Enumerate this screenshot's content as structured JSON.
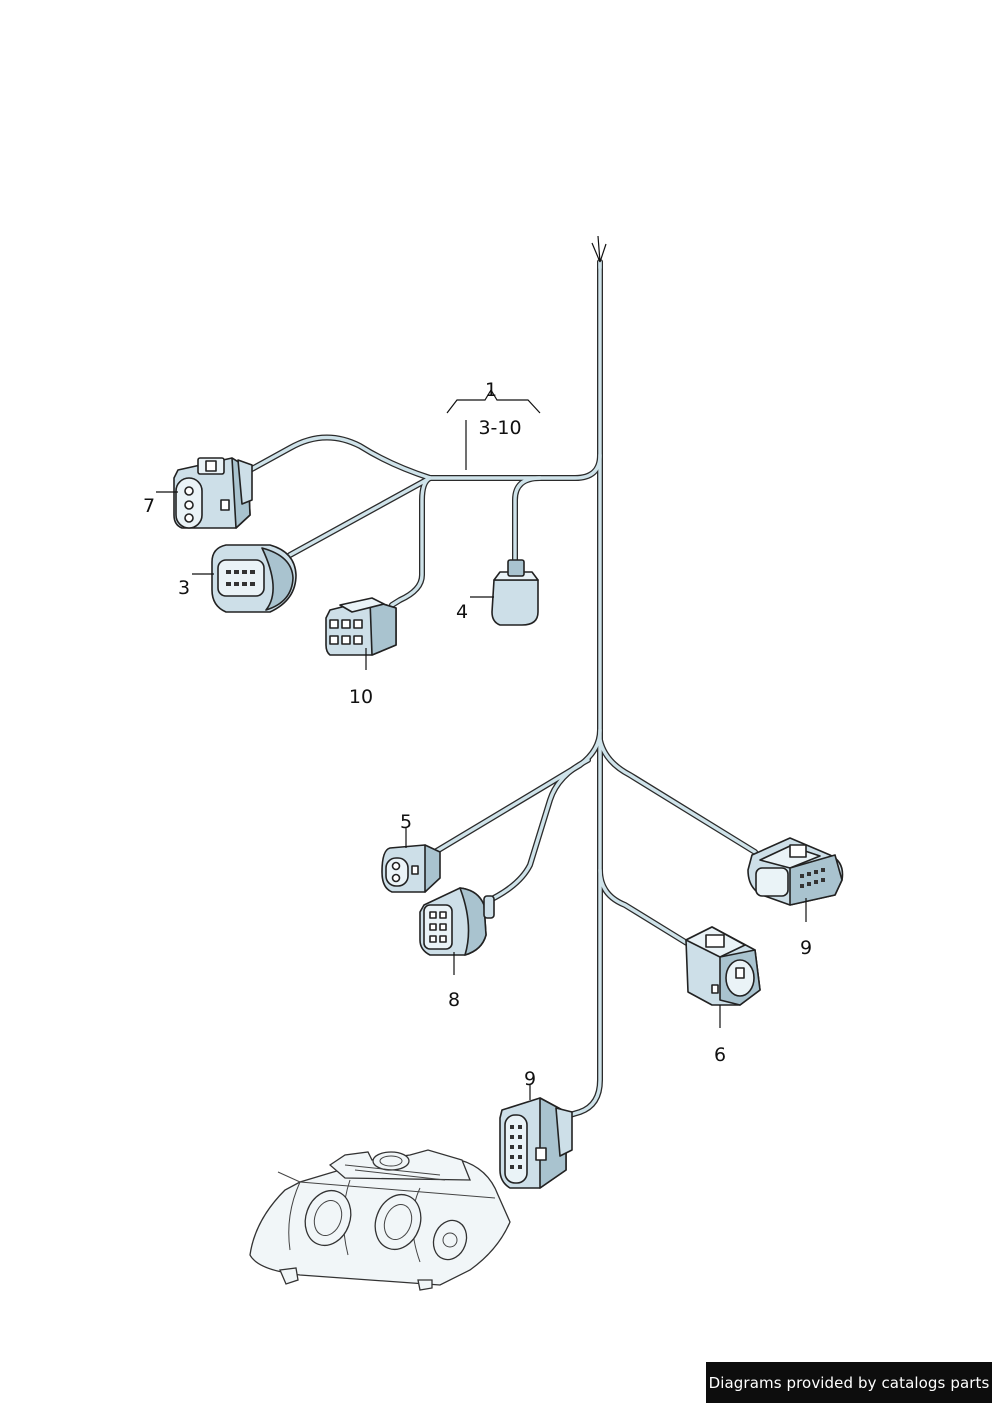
{
  "callouts": {
    "group": "1",
    "group_range": "3-10",
    "c7": "7",
    "c3": "3",
    "c4": "4",
    "c10": "10",
    "c5": "5",
    "c8": "8",
    "c9_right": "9",
    "c6": "6",
    "c9_bottom": "9"
  },
  "footer": {
    "credit": "Diagrams provided by catalogs parts"
  },
  "colors": {
    "wire": "#2b2b2b",
    "connector": "#cddfe8",
    "background": "#ffffff",
    "credit_bg": "#0d0d0d"
  }
}
